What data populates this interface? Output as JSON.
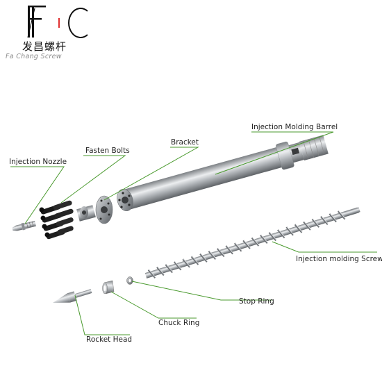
{
  "logo": {
    "monogram": "FC",
    "chinese_name": "发昌螺杆",
    "english_name": "Fa Chang Screw",
    "accent_color": "#e03030"
  },
  "parts": {
    "injection_nozzle": "Injection Nozzle",
    "fasten_bolts": "Fasten Bolts",
    "bracket": "Bracket",
    "injection_molding_barrel": "Injection Molding Barrel",
    "injection_molding_screw": "Injection molding Screw",
    "stop_ring": "Stop Ring",
    "chuck_ring": "Chuck Ring",
    "rocket_head": "Rocket Head"
  },
  "colors": {
    "leader_line": "#4a9a2e",
    "metal_light": "#e2e4e6",
    "metal_dark": "#7c8084",
    "bolt": "#1a1a1a"
  }
}
